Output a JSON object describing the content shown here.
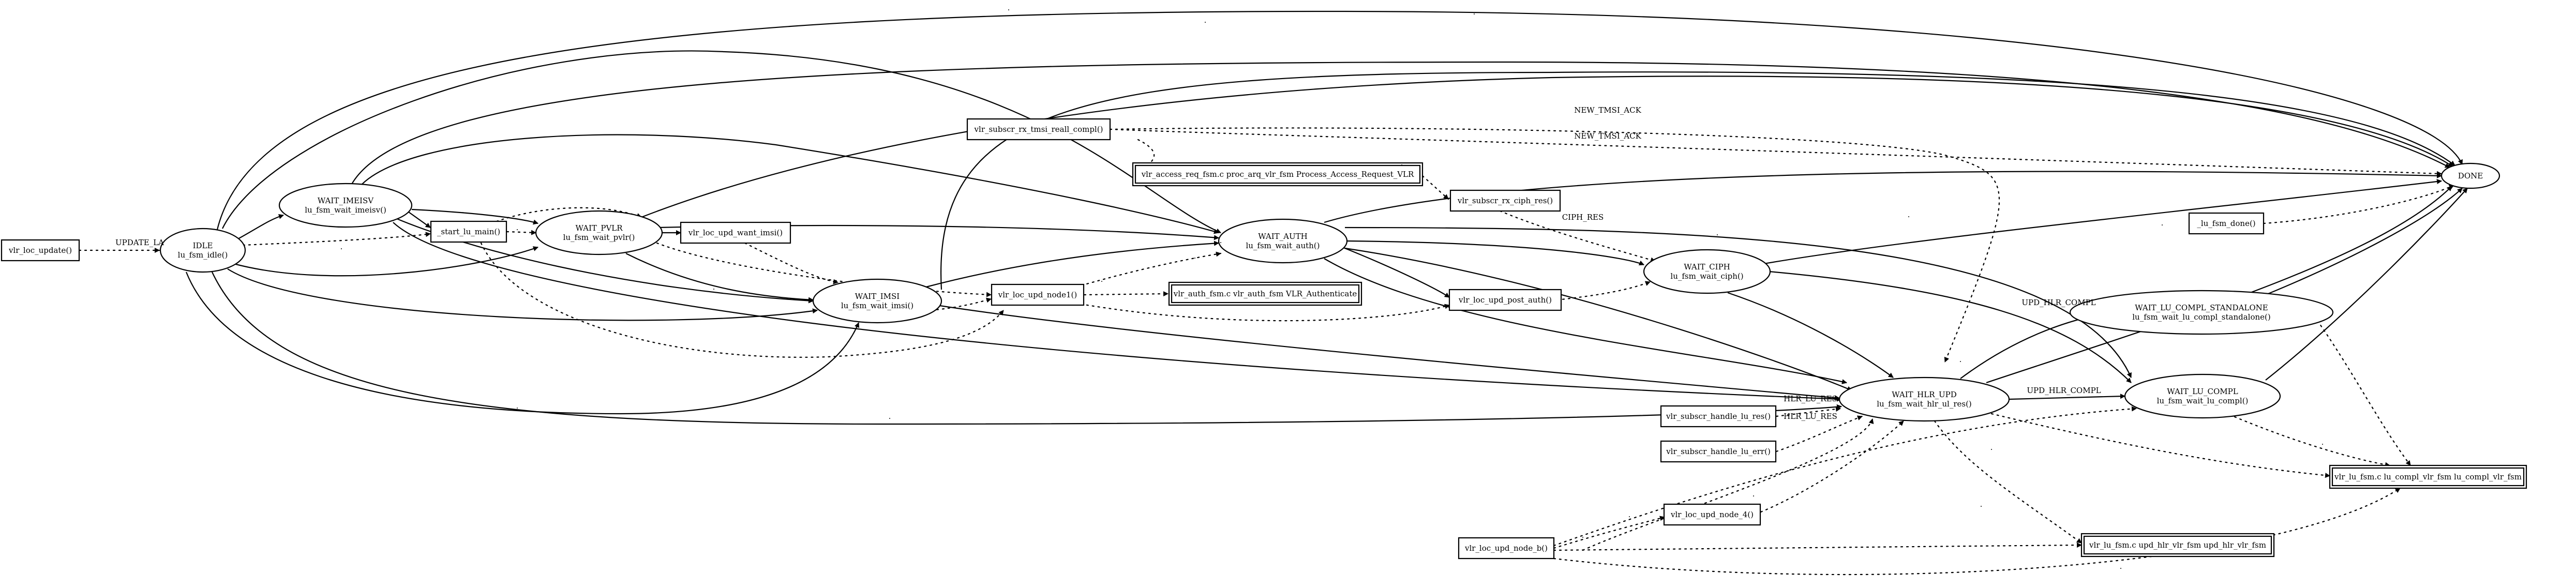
{
  "nodes": {
    "vlr_loc_update": {
      "label": [
        "vlr_loc_update()"
      ],
      "shape": "box"
    },
    "idle": {
      "label": [
        "IDLE",
        "lu_fsm_idle()"
      ],
      "shape": "ellipse"
    },
    "wait_imeisv": {
      "label": [
        "WAIT_IMEISV",
        "lu_fsm_wait_imeisv()"
      ],
      "shape": "ellipse"
    },
    "start_lu_main": {
      "label": [
        "_start_lu_main()"
      ],
      "shape": "box"
    },
    "wait_pvlr": {
      "label": [
        "WAIT_PVLR",
        "lu_fsm_wait_pvlr()"
      ],
      "shape": "ellipse"
    },
    "vlr_loc_upd_want_imsi": {
      "label": [
        "vlr_loc_upd_want_imsi()"
      ],
      "shape": "box"
    },
    "wait_imsi": {
      "label": [
        "WAIT_IMSI",
        "lu_fsm_wait_imsi()"
      ],
      "shape": "ellipse"
    },
    "vlr_loc_upd_node1": {
      "label": [
        "vlr_loc_upd_node1()"
      ],
      "shape": "box"
    },
    "vlr_auth_fsm": {
      "label": [
        "vlr_auth_fsm.c vlr_auth_fsm VLR_Authenticate"
      ],
      "shape": "dbox"
    },
    "vlr_subscr_rx_tmsi": {
      "label": [
        "vlr_subscr_rx_tmsi_reall_compl()"
      ],
      "shape": "box"
    },
    "vlr_access_req": {
      "label": [
        "vlr_access_req_fsm.c proc_arq_vlr_fsm Process_Access_Request_VLR"
      ],
      "shape": "dbox"
    },
    "vlr_subscr_rx_ciph": {
      "label": [
        "vlr_subscr_rx_ciph_res()"
      ],
      "shape": "box"
    },
    "wait_auth": {
      "label": [
        "WAIT_AUTH",
        "lu_fsm_wait_auth()"
      ],
      "shape": "ellipse"
    },
    "vlr_loc_upd_post_auth": {
      "label": [
        "vlr_loc_upd_post_auth()"
      ],
      "shape": "box"
    },
    "wait_ciph": {
      "label": [
        "WAIT_CIPH",
        "lu_fsm_wait_ciph()"
      ],
      "shape": "ellipse"
    },
    "wait_hlr_upd": {
      "label": [
        "WAIT_HLR_UPD",
        "lu_fsm_wait_hlr_ul_res()"
      ],
      "shape": "ellipse"
    },
    "vlr_subscr_hlu_res": {
      "label": [
        "vlr_subscr_handle_lu_res()"
      ],
      "shape": "box"
    },
    "vlr_subscr_hlu_err": {
      "label": [
        "vlr_subscr_handle_lu_err()"
      ],
      "shape": "box"
    },
    "vlr_loc_upd_node_4": {
      "label": [
        "vlr_loc_upd_node_4()"
      ],
      "shape": "box"
    },
    "vlr_loc_upd_node_b": {
      "label": [
        "vlr_loc_upd_node_b()"
      ],
      "shape": "box"
    },
    "vlr_lu_fsm_upd_hlr": {
      "label": [
        "vlr_lu_fsm.c upd_hlr_vlr_fsm upd_hlr_vlr_fsm"
      ],
      "shape": "dbox"
    },
    "lu_fsm_done": {
      "label": [
        "_lu_fsm_done()"
      ],
      "shape": "box"
    },
    "wait_lu_compl_sa": {
      "label": [
        "WAIT_LU_COMPL_STANDALONE",
        "lu_fsm_wait_lu_compl_standalone()"
      ],
      "shape": "ellipse"
    },
    "wait_lu_compl": {
      "label": [
        "WAIT_LU_COMPL",
        "lu_fsm_wait_lu_compl()"
      ],
      "shape": "ellipse"
    },
    "vlr_lu_compl_fsm": {
      "label": [
        "vlr_lu_fsm.c lu_compl_vlr_fsm lu_compl_vlr_fsm"
      ],
      "shape": "dbox"
    },
    "done": {
      "label": [
        "DONE"
      ],
      "shape": "ellipse"
    }
  },
  "edge_labels": {
    "update_la": "UPDATE_LA",
    "new_tmsi_ack": "NEW_TMSI_ACK",
    "ciph_res": "CIPH_RES",
    "upd_hlr_compl": "UPD_HLR_COMPL",
    "hlr_lu_res": "HLR_LU_RES",
    "dot": "."
  }
}
